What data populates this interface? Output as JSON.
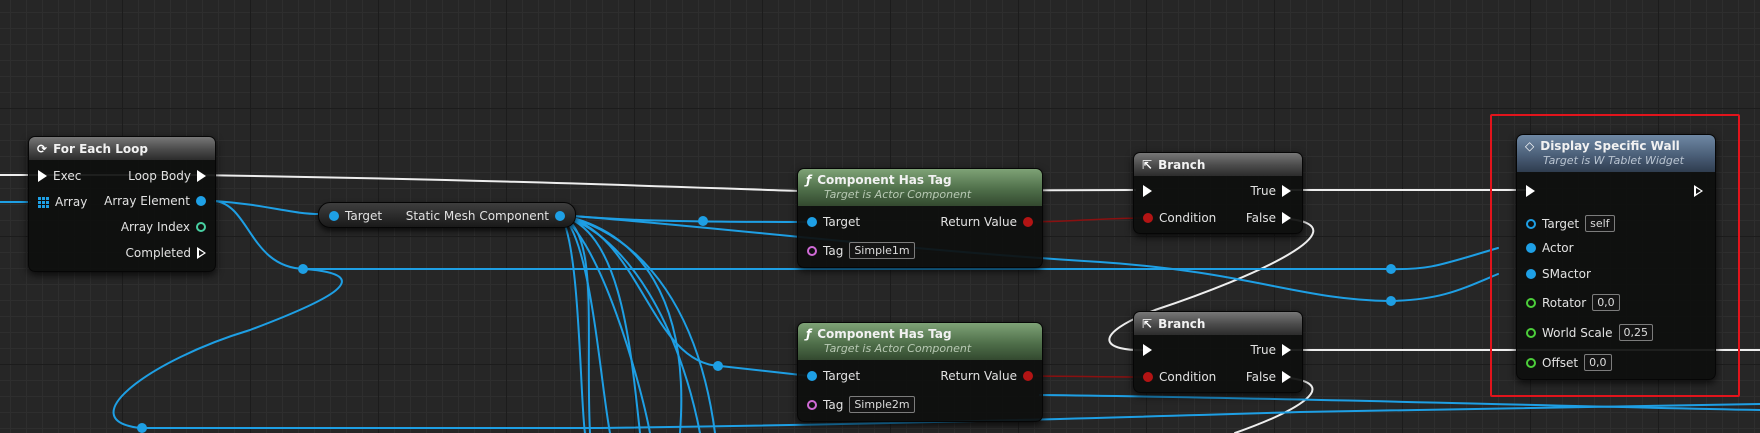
{
  "nodes": {
    "for_each": {
      "title": "For Each Loop",
      "exec": "Exec",
      "array": "Array",
      "loop_body": "Loop Body",
      "array_element": "Array Element",
      "array_index": "Array Index",
      "completed": "Completed"
    },
    "cast": {
      "target": "Target",
      "output": "Static Mesh Component"
    },
    "has_tag_1": {
      "title": "Component Has Tag",
      "subtitle": "Target is Actor Component",
      "target": "Target",
      "tag": "Tag",
      "tag_value": "Simple1m",
      "return_value": "Return Value"
    },
    "has_tag_2": {
      "title": "Component Has Tag",
      "subtitle": "Target is Actor Component",
      "target": "Target",
      "tag": "Tag",
      "tag_value": "Simple2m",
      "return_value": "Return Value"
    },
    "branch_1": {
      "title": "Branch",
      "condition": "Condition",
      "true_label": "True",
      "false_label": "False"
    },
    "branch_2": {
      "title": "Branch",
      "condition": "Condition",
      "true_label": "True",
      "false_label": "False"
    },
    "display_wall": {
      "title": "Display Specific Wall",
      "subtitle": "Target is W Tablet Widget",
      "target": "Target",
      "target_value": "self",
      "actor": "Actor",
      "smactor": "SMactor",
      "rotator": "Rotator",
      "rotator_value": "0,0",
      "world_scale": "World Scale",
      "world_scale_value": "0,25",
      "offset": "Offset",
      "offset_value": "0,0"
    }
  },
  "colors": {
    "exec_wire": "#f0f0f0",
    "object_wire": "#1e9fe4",
    "bool_wire": "#8a1010",
    "selection": "#e2141c"
  }
}
